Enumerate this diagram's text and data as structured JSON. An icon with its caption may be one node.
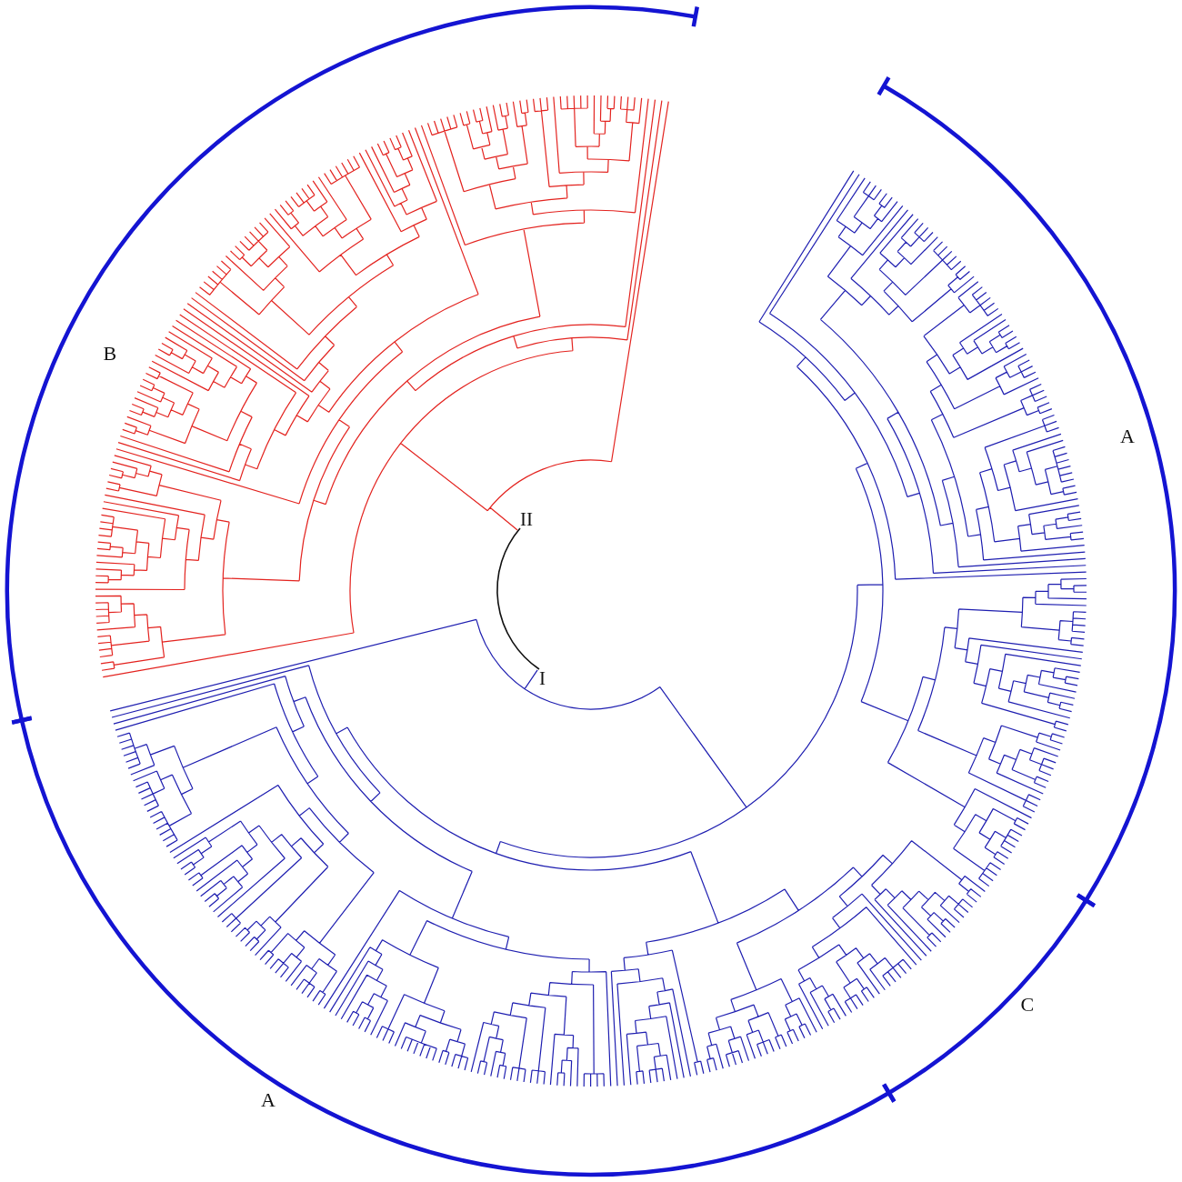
{
  "diagram": {
    "nodes": [
      {
        "text": [
          "II"
        ]
      },
      {
        "text": [
          "I"
        ]
      }
    ],
    "edges": [
      {
        "from": 0,
        "to": 1,
        "arrow": "none"
      }
    ],
    "labels": [
      "B",
      "A",
      "C",
      "A"
    ]
  }
}
